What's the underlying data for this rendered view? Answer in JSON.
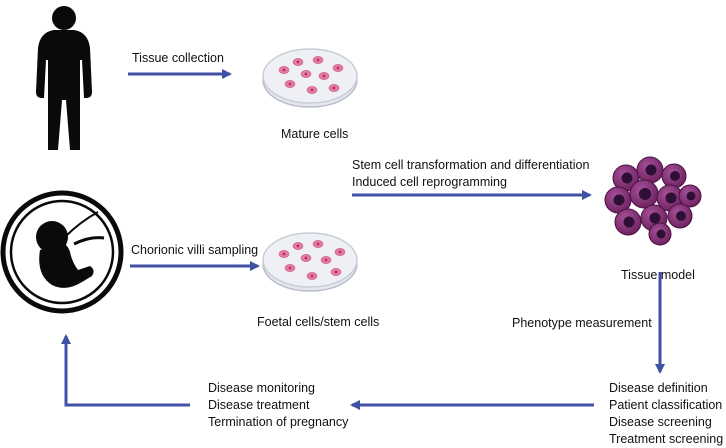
{
  "edges": {
    "tissue_collection": "Tissue collection",
    "chorionic_villi_sampling": "Chorionic villi sampling",
    "transformation": [
      "Stem cell transformation and differentiation",
      "Induced cell reprogramming"
    ],
    "phenotype_measurement": "Phenotype measurement"
  },
  "nodes": {
    "mature_cells": "Mature cells",
    "foetal_cells": "Foetal cells/stem cells",
    "tissue_model": "Tissue model",
    "applications": [
      "Disease definition",
      "Patient classification",
      "Disease screening",
      "Treatment screening"
    ],
    "outcomes": [
      "Disease monitoring",
      "Disease treatment",
      "Termination of pregnancy"
    ]
  },
  "colors": {
    "arrow": "#3f51a3",
    "silhouette": "#0a0a0a",
    "dish_rim": "#c9cdd6",
    "dish_fill": "#eef0f5",
    "cell_fill": "#e77aa3",
    "cell_nucleus": "#b0306a",
    "tissue_cell": "#7a2a66",
    "tissue_nucleus": "#2e1036"
  }
}
